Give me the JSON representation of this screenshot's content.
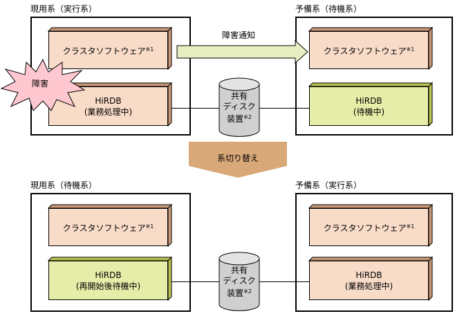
{
  "top": {
    "left_title": "現用系（実行系）",
    "right_title": "予備系（待機系）",
    "left_cluster": "クラスタソフトウェア",
    "right_cluster": "クラスタソフトウェア",
    "left_hirdb_name": "HiRDB",
    "left_hirdb_status": "(業務処理中)",
    "right_hirdb_name": "HiRDB",
    "right_hirdb_status": "(待機中)",
    "notify_label": "障害通知",
    "failure_label": "障害",
    "disk_line1": "共有",
    "disk_line2": "ディスク",
    "disk_line3": "装置",
    "mark1": "※1",
    "mark2": "※2"
  },
  "switch_label": "系切り替え",
  "bottom": {
    "left_title": "現用系（待機系）",
    "right_title": "予備系（実行系）",
    "left_cluster": "クラスタソフトウェア",
    "right_cluster": "クラスタソフトウェア",
    "left_hirdb_name": "HiRDB",
    "left_hirdb_status": "(再開始後待機中)",
    "right_hirdb_name": "HiRDB",
    "right_hirdb_status": "(業務処理中)",
    "disk_line1": "共有",
    "disk_line2": "ディスク",
    "disk_line3": "装置",
    "mark1": "※1",
    "mark2": "※2"
  },
  "colors": {
    "peach_box": "#f8dcc8",
    "green_box": "#e6eda8",
    "failure_burst": "#ffc8d0",
    "arrow_fill": "#e6eec2",
    "switch_arrow": "#d8a878",
    "disk_fill": "#d0d0d0"
  }
}
